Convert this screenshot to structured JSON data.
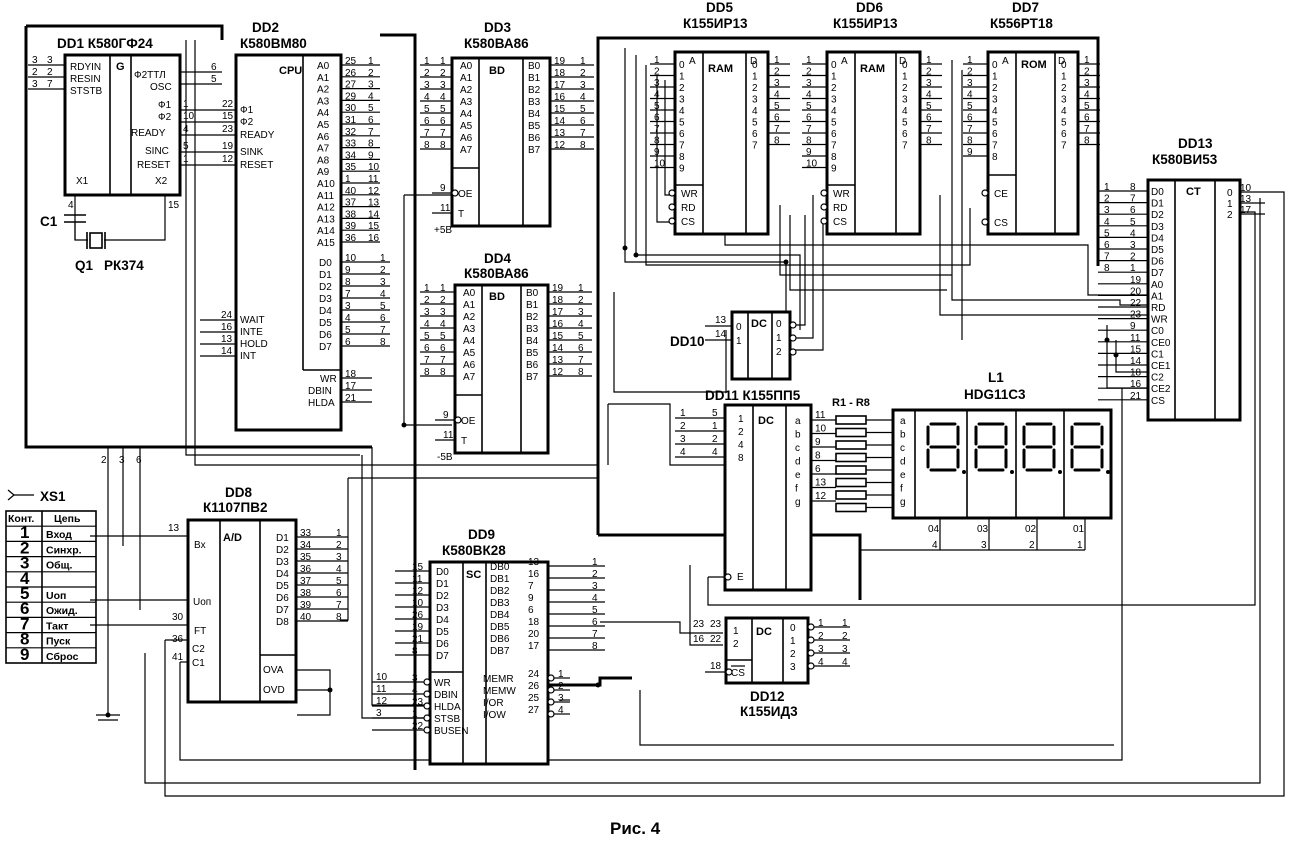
{
  "figure": {
    "caption": "Рис. 4"
  },
  "chips": {
    "dd1": {
      "ref": "DD1",
      "part": "К580ГФ24",
      "func": "G",
      "left_pins": [
        "RDYIN",
        "RESIN",
        "STSTB"
      ],
      "right_pins": [
        "Ф2ТТЛ",
        "OSC",
        "Ф1",
        "Ф2",
        "READY",
        "SINC",
        "RESET",
        "X2"
      ],
      "bottom": "X1",
      "pin_nums": [
        "3",
        "2",
        "7",
        "6",
        "5",
        "22",
        "15",
        "23",
        "19",
        "12",
        "4",
        "15"
      ]
    },
    "c1": {
      "ref": "C1"
    },
    "q1": {
      "ref": "Q1",
      "part": "РК374"
    },
    "dd2": {
      "ref": "DD2",
      "part": "К580ВМ80",
      "func": "CPU",
      "left_pins": [
        "Ф1",
        "Ф2",
        "READY",
        "SINK",
        "RESET",
        "WAIT",
        "INTE",
        "HOLD",
        "INT"
      ],
      "left_nums": [
        "24",
        "16",
        "13",
        "14"
      ],
      "addr": [
        "A0",
        "A1",
        "A2",
        "A3",
        "A4",
        "A5",
        "A6",
        "A7",
        "A8",
        "A9",
        "A10",
        "A11",
        "A12",
        "A13",
        "A14",
        "A15"
      ],
      "addr_nums": [
        "25",
        "26",
        "27",
        "29",
        "30",
        "31",
        "32",
        "33",
        "34",
        "35",
        "1",
        "40",
        "37",
        "38",
        "39",
        "36"
      ],
      "data": [
        "D0",
        "D1",
        "D2",
        "D3",
        "D4",
        "D5",
        "D6",
        "D7"
      ],
      "data_nums": [
        "10",
        "9",
        "8",
        "7",
        "3",
        "4",
        "5",
        "6"
      ],
      "ctrl": [
        "WR",
        "DBIN",
        "HLDA"
      ],
      "ctrl_nums": [
        "18",
        "17",
        "21"
      ]
    },
    "dd3": {
      "ref": "DD3",
      "part": "К580ВА86",
      "func": "BD",
      "left_pins": [
        "A0",
        "A1",
        "A2",
        "A3",
        "A4",
        "A5",
        "A6",
        "A7"
      ],
      "right_pins": [
        "B0",
        "B1",
        "B2",
        "B3",
        "B4",
        "B5",
        "B6",
        "B7"
      ],
      "ctrl_pins": [
        "OE",
        "T"
      ],
      "ctrl_nums": [
        "9",
        "11"
      ],
      "supply": "+5В"
    },
    "dd4": {
      "ref": "DD4",
      "part": "К580ВА86",
      "func": "BD",
      "left_pins": [
        "A0",
        "A1",
        "A2",
        "A3",
        "A4",
        "A5",
        "A6",
        "A7"
      ],
      "right_pins": [
        "B0",
        "B1",
        "B2",
        "B3",
        "B4",
        "B5",
        "B6",
        "B7"
      ],
      "ctrl_pins": [
        "OE",
        "T"
      ],
      "ctrl_nums": [
        "9",
        "11"
      ],
      "supply": "-5В"
    },
    "dd5": {
      "ref": "DD5",
      "part": "К155ИР13",
      "func": "RAM",
      "addr_label": "A",
      "data_label": "D",
      "ctrl_pins": [
        "WR",
        "RD",
        "CS"
      ]
    },
    "dd6": {
      "ref": "DD6",
      "part": "К155ИР13",
      "func": "RAM",
      "addr_label": "A",
      "data_label": "D",
      "ctrl_pins": [
        "WR",
        "RD",
        "CS"
      ]
    },
    "dd7": {
      "ref": "DD7",
      "part": "К556РТ18",
      "func": "ROM",
      "addr_label": "A",
      "data_label": "D",
      "ctrl_pins": [
        "CE",
        "CS"
      ]
    },
    "dd8": {
      "ref": "DD8",
      "part": "К1107ПВ2",
      "func": "A/D",
      "left_pins": [
        "Bx",
        "Uоп",
        "FT",
        "C2",
        "C1"
      ],
      "left_nums": [
        "13",
        "30",
        "36",
        "41"
      ],
      "right_pins": [
        "D1",
        "D2",
        "D3",
        "D4",
        "D5",
        "D6",
        "D7",
        "D8"
      ],
      "right_nums": [
        "33",
        "34",
        "35",
        "36",
        "37",
        "38",
        "39",
        "40"
      ],
      "flags": [
        "OVA",
        "OVD"
      ]
    },
    "dd9": {
      "ref": "DD9",
      "part": "К580ВК28",
      "func": "SC",
      "left_pins": [
        "D0",
        "D1",
        "D2",
        "D3",
        "D4",
        "D5",
        "D6",
        "D7"
      ],
      "left_nums": [
        "15",
        "11",
        "12",
        "10",
        "26",
        "19",
        "21",
        "8"
      ],
      "right_pins": [
        "DB0",
        "DB1",
        "DB2",
        "DB3",
        "DB4",
        "DB5",
        "DB6",
        "DB7"
      ],
      "right_nums": [
        "13",
        "16",
        "7",
        "9",
        "6",
        "18",
        "20",
        "17"
      ],
      "ctrl_left": [
        "WR",
        "DBIN",
        "HLDA",
        "STSB",
        "BUSEN"
      ],
      "ctrl_left_nums": [
        "3",
        "4",
        "23",
        "1",
        "22"
      ],
      "ctrl_right": [
        "MEMR",
        "MEMW",
        "I/OR",
        "I/OW"
      ],
      "ctrl_right_nums": [
        "24",
        "26",
        "25",
        "27"
      ]
    },
    "dd10": {
      "ref": "DD10",
      "func": "DC",
      "inputs": [
        "0",
        "1"
      ],
      "in_nums": [
        "13",
        "14"
      ],
      "outputs": [
        "0",
        "1",
        "2"
      ]
    },
    "dd11": {
      "ref": "DD11",
      "part": "К155ПП5",
      "func": "DC",
      "inputs": [
        "1",
        "2",
        "4",
        "8"
      ],
      "in_nums": [
        "5",
        "1",
        "2",
        "4"
      ],
      "outputs": [
        "a",
        "b",
        "c",
        "d",
        "e",
        "f",
        "g"
      ],
      "out_nums": [
        "11",
        "10",
        "9",
        "8",
        "6",
        "13",
        "12"
      ],
      "enable": "E"
    },
    "dd12": {
      "ref": "DD12",
      "part": "К155ИД3",
      "func": "DC",
      "inputs": [
        "1",
        "2"
      ],
      "in_nums": [
        "23",
        "22"
      ],
      "cs": "CS",
      "cs_num": "18",
      "outputs": [
        "0",
        "1",
        "2",
        "3"
      ],
      "out_nums": [
        "1",
        "2",
        "3",
        "4"
      ]
    },
    "dd13": {
      "ref": "DD13",
      "part": "К580ВИ53",
      "func": "CT",
      "left_pins": [
        "D0",
        "D1",
        "D2",
        "D3",
        "D4",
        "D5",
        "D6",
        "D7",
        "A0",
        "A1",
        "RD",
        "WR",
        "C0",
        "CE0",
        "C1",
        "CE1",
        "C2",
        "CE2",
        "CS"
      ],
      "left_nums": [
        "8",
        "7",
        "6",
        "5",
        "4",
        "3",
        "2",
        "1",
        "19",
        "20",
        "22",
        "23",
        "9",
        "11",
        "15",
        "14",
        "18",
        "16",
        "21"
      ],
      "right_pins": [
        "0",
        "1",
        "2"
      ],
      "right_nums": [
        "10",
        "13",
        "17"
      ]
    },
    "l1": {
      "ref": "L1",
      "part": "HDG11C3",
      "segments": [
        "a",
        "b",
        "c",
        "d",
        "e",
        "f",
        "g"
      ],
      "digits": [
        "04",
        "03",
        "02",
        "01"
      ],
      "digit_pins": [
        "4",
        "3",
        "2",
        "1"
      ]
    },
    "r": {
      "ref": "R1 - R8"
    }
  },
  "connector": {
    "ref": "XS1",
    "headers": [
      "Конт.",
      "Цепь"
    ],
    "rows": [
      {
        "pin": "1",
        "name": "Вход"
      },
      {
        "pin": "2",
        "name": "Синхр."
      },
      {
        "pin": "3",
        "name": "Общ."
      },
      {
        "pin": "4",
        "name": ""
      },
      {
        "pin": "5",
        "name": "Uоп"
      },
      {
        "pin": "6",
        "name": "Ожид."
      },
      {
        "pin": "7",
        "name": "Такт"
      },
      {
        "pin": "8",
        "name": "Пуск"
      },
      {
        "pin": "9",
        "name": "Сброс"
      }
    ]
  }
}
